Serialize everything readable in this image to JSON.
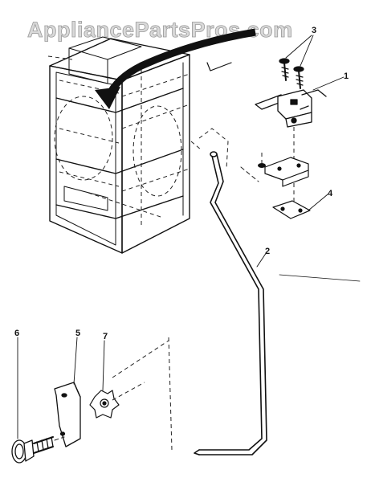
{
  "watermark": "AppliancePartsPros.com",
  "callouts": {
    "c1": "1",
    "c2": "2",
    "c3": "3",
    "c4": "4",
    "c5": "5",
    "c6": "6",
    "c7": "7"
  },
  "colors": {
    "ink": "#111111",
    "watermark_fill": "#d9d9d9",
    "watermark_stroke": "#9a9a9a",
    "background": "#ffffff"
  }
}
